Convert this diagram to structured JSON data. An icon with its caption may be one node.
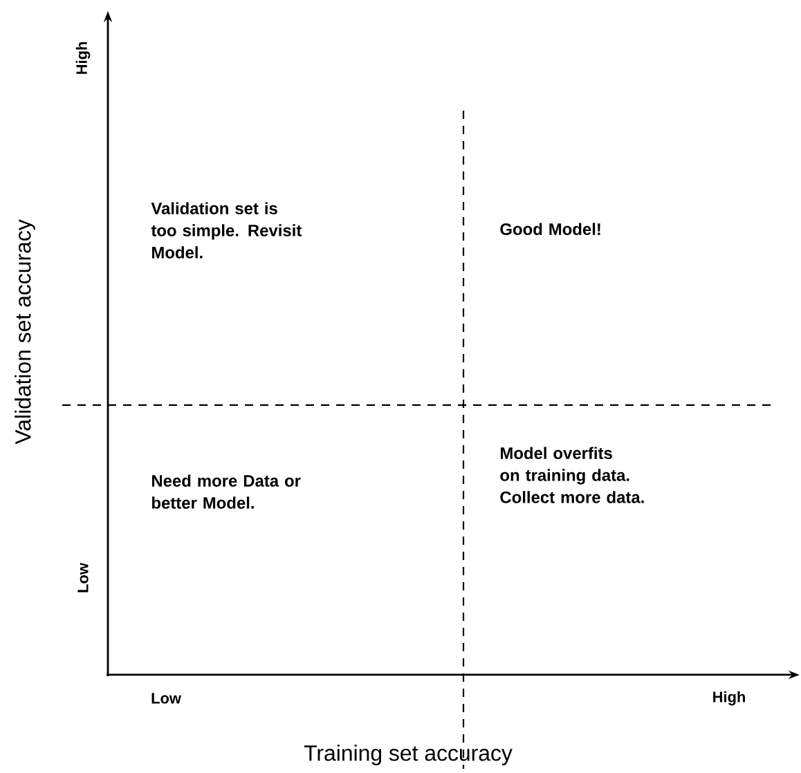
{
  "diagram": {
    "labels": [
      "High",
      "Validation set is too simple. Revisit Model.",
      "Good Model!",
      "Validation set accuracy",
      "Need more Data or better Model.",
      "Model overfits on training data. Collect more data.",
      "Low",
      "Low",
      "High",
      "Training set accuracy"
    ]
  }
}
